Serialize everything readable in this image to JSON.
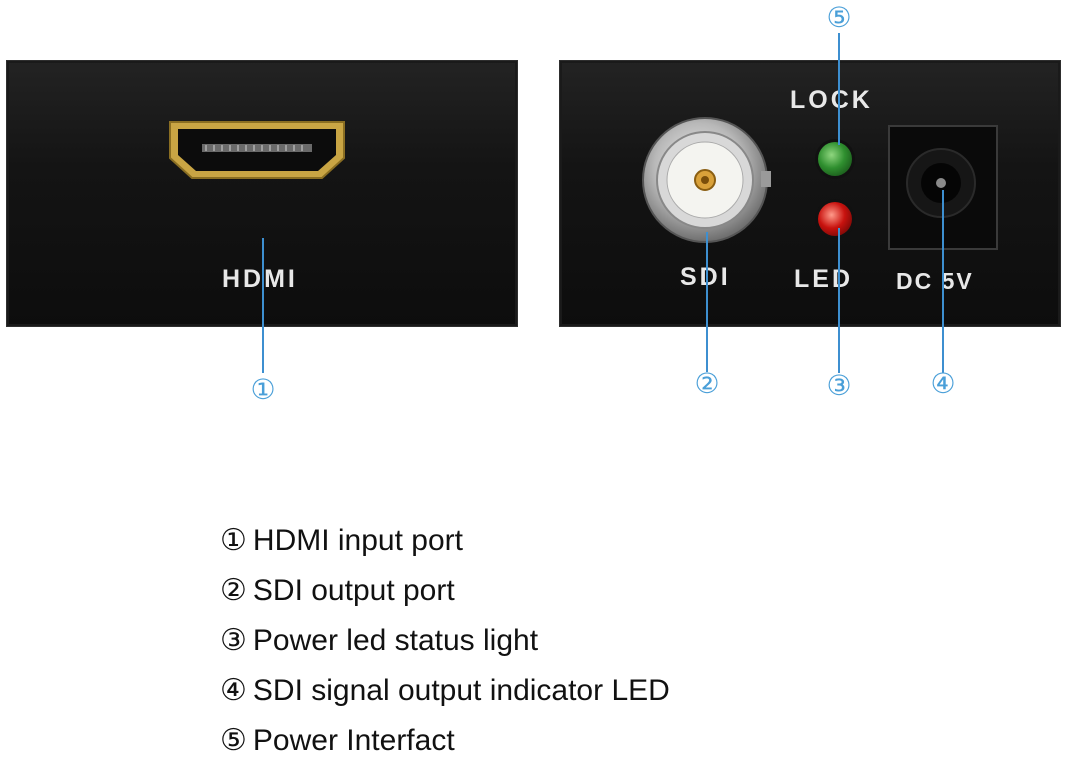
{
  "panels": {
    "left_label": "HDMI",
    "right": {
      "sdi_label": "SDI",
      "lock_label": "LOCK",
      "led_label": "LED",
      "dc_label": "DC 5V"
    }
  },
  "callouts": {
    "c1": "①",
    "c2": "②",
    "c3": "③",
    "c4": "④",
    "c5": "⑤"
  },
  "colors": {
    "callout_blue": "#4a9fd8",
    "lock_led": "#2f8f2f",
    "power_led": "#c8120e",
    "hdmi_gold": "#c9a544"
  },
  "legend": [
    {
      "num": "①",
      "text": "HDMI input port"
    },
    {
      "num": "②",
      "text": "SDI output port"
    },
    {
      "num": "③",
      "text": "Power led status light"
    },
    {
      "num": "④",
      "text": "SDI signal output indicator LED"
    },
    {
      "num": "⑤",
      "text": "Power Interfact"
    }
  ]
}
